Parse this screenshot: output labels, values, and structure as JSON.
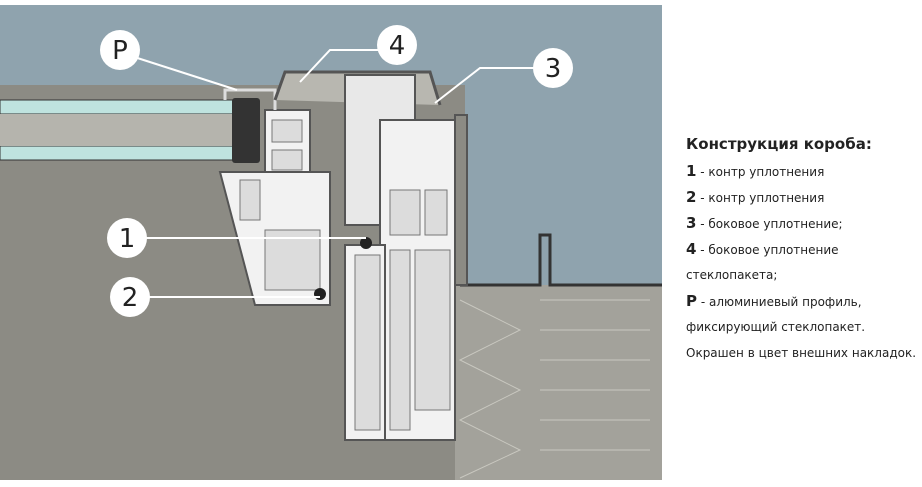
{
  "callouts": {
    "p": "P",
    "c1": "1",
    "c2": "2",
    "c3": "3",
    "c4": "4"
  },
  "legend": {
    "title": "Конструкция короба:",
    "items": [
      {
        "key": "1",
        "text": " - контр уплотнения"
      },
      {
        "key": "2",
        "text": " - контр уплотнения"
      },
      {
        "key": "3",
        "text": " - боковое уплотнение;"
      },
      {
        "key": "4",
        "text": " - боковое уплотнение"
      },
      {
        "key": "",
        "text": "стеклопакета;"
      },
      {
        "key": "P",
        "text": " - алюминиевый профиль,"
      },
      {
        "key": "",
        "text": "фиксирующий стеклопакет."
      },
      {
        "key": "",
        "text": "Окрашен в цвет внешних накладок."
      }
    ]
  },
  "colors": {
    "sky": "#8fa3ae",
    "wall": "#8c8b84",
    "profile": "#f2f2f2",
    "glass": "#bfe3df"
  }
}
